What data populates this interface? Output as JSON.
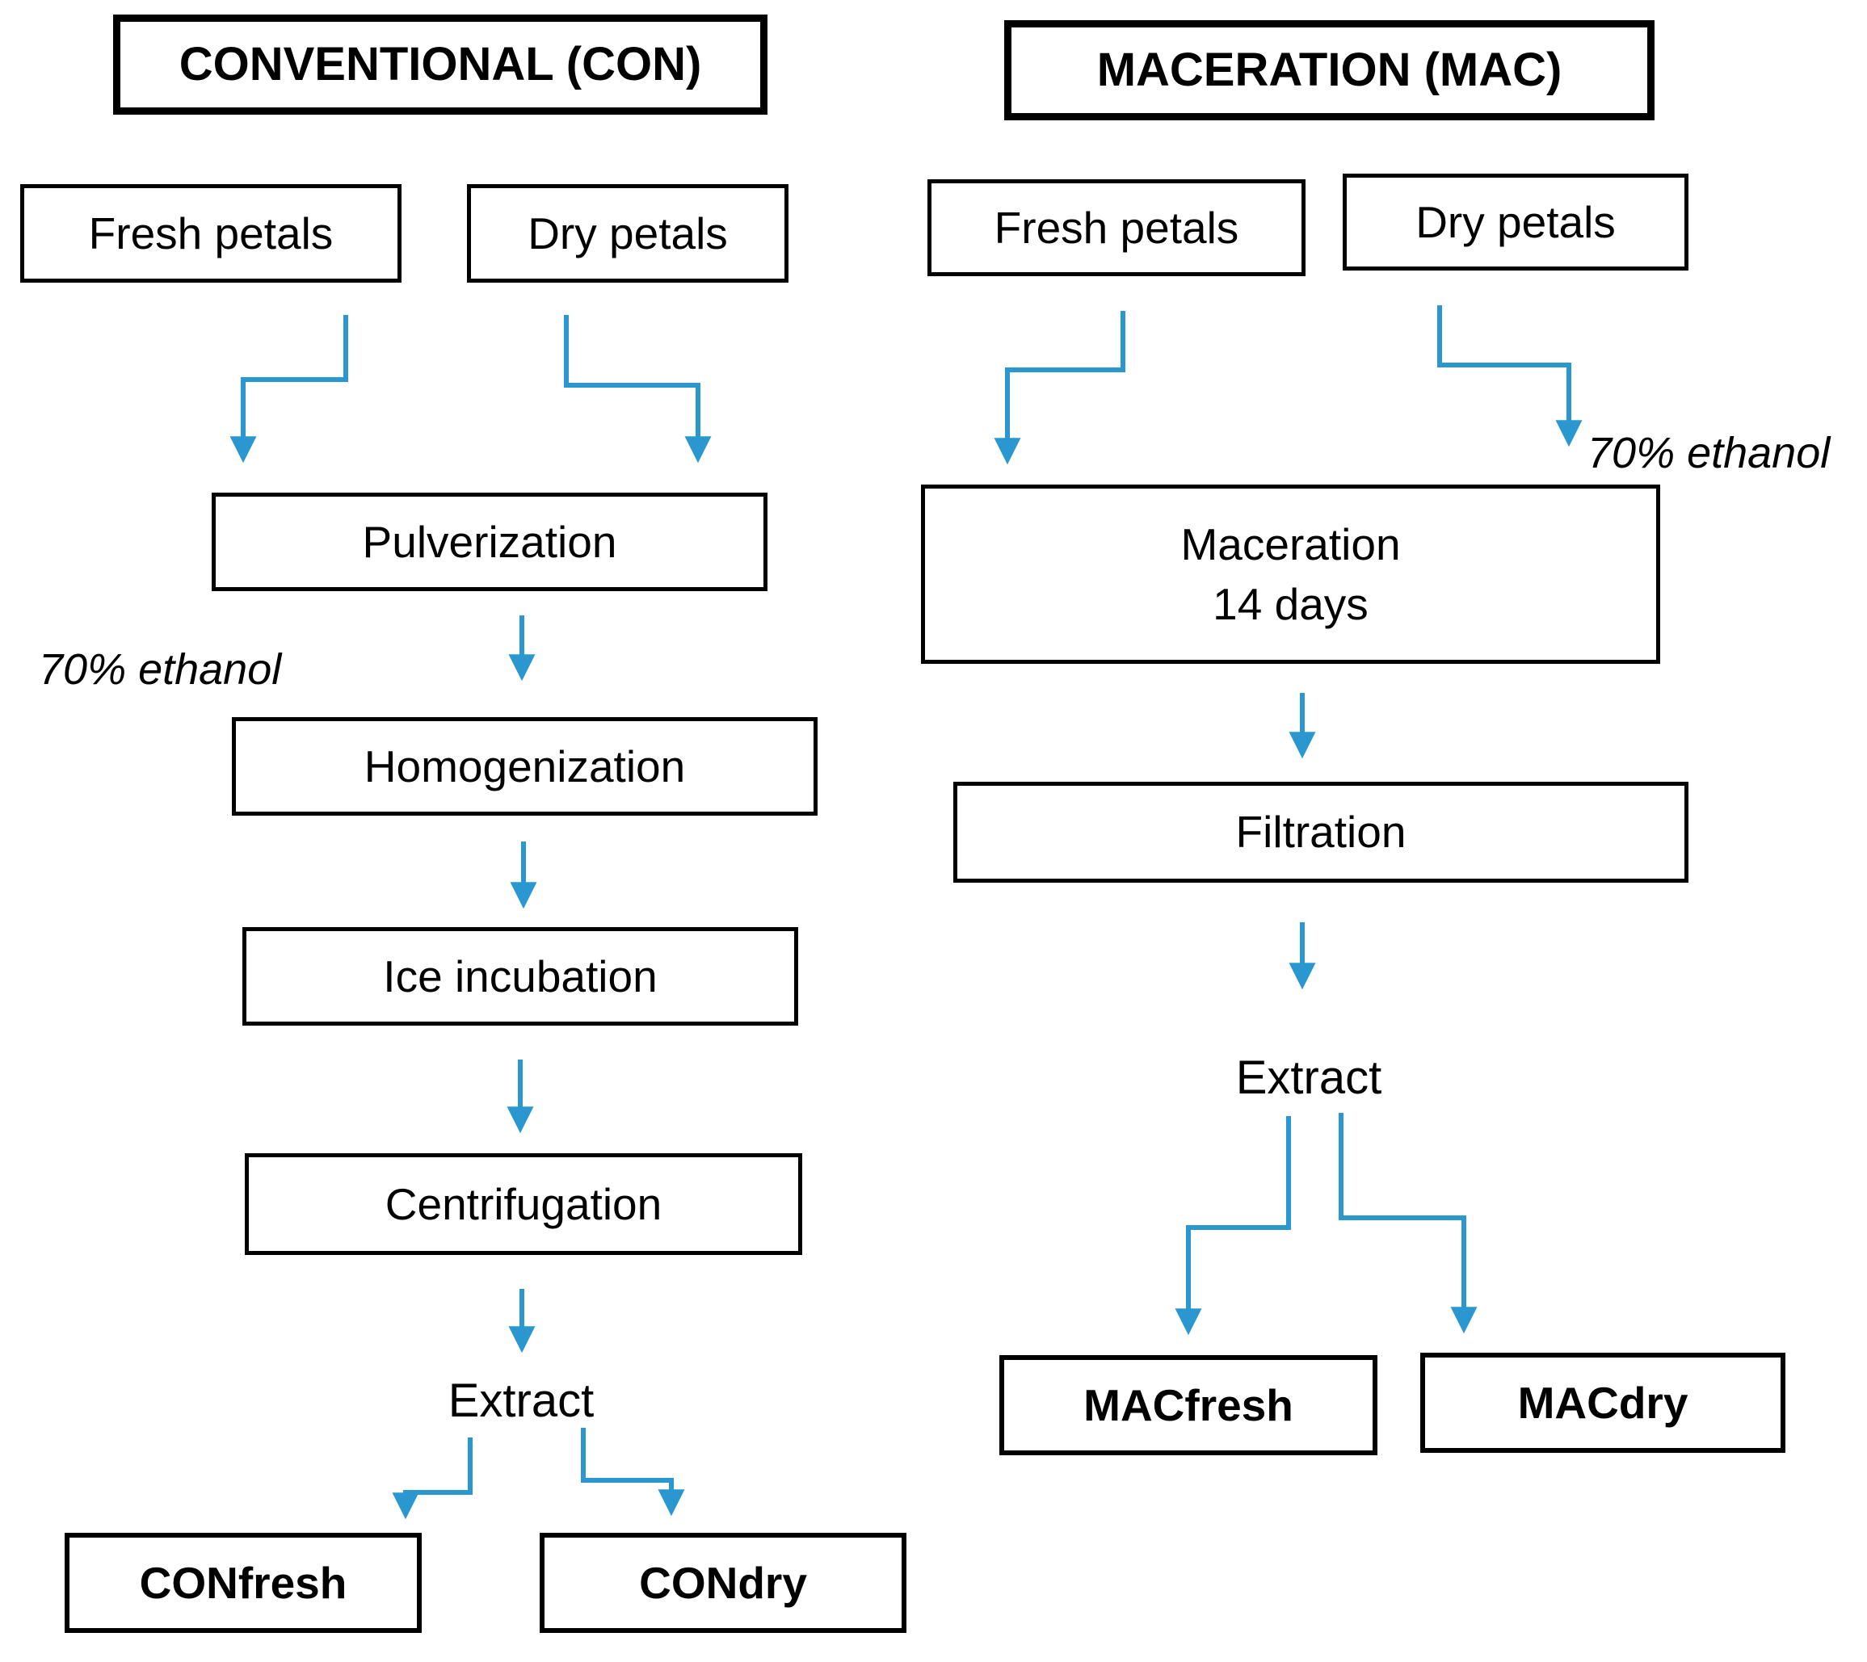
{
  "figure": {
    "arrow_color": "#2B97D1",
    "con": {
      "title": "CONVENTIONAL (CON)",
      "input_fresh": "Fresh petals",
      "input_dry": "Dry petals",
      "step_pulverization": "Pulverization",
      "ethanol_label": "70% ethanol",
      "step_homogenization": "Homogenization",
      "step_ice_incubation": "Ice incubation",
      "step_centrifugation": "Centrifugation",
      "extract_label": "Extract",
      "output_fresh": "CONfresh",
      "output_dry": "CONdry"
    },
    "mac": {
      "title": "MACERATION (MAC)",
      "input_fresh": "Fresh petals",
      "input_dry": "Dry petals",
      "ethanol_label": "70% ethanol",
      "step_maceration_line1": "Maceration",
      "step_maceration_line2": "14 days",
      "step_filtration": "Filtration",
      "extract_label": "Extract",
      "output_fresh": "MACfresh",
      "output_dry": "MACdry"
    }
  }
}
